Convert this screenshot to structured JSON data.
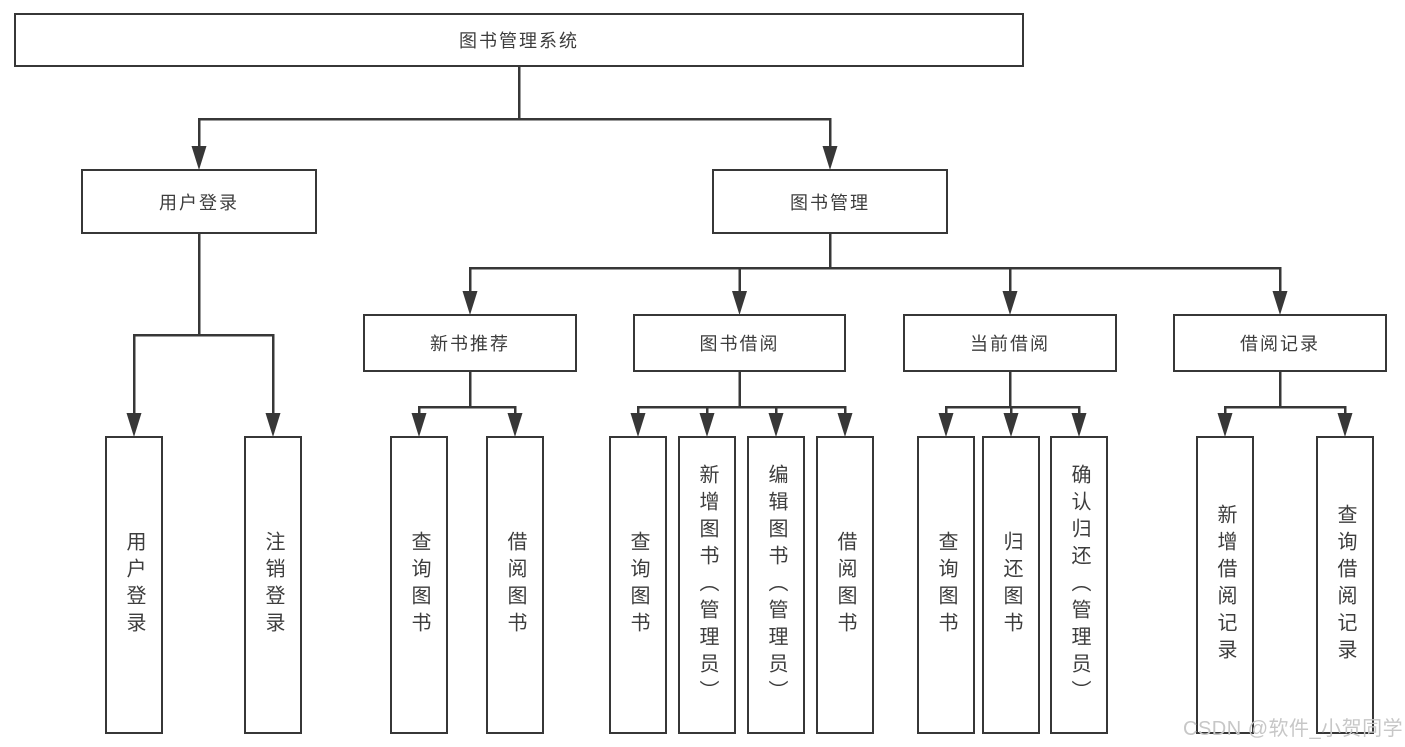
{
  "title": "图书管理系统",
  "watermark": "CSDN @软件_小贺同学",
  "colors": {
    "line": "#373737",
    "text": "#3d3d3d",
    "watermark": "#c7c7c7",
    "background": "#ffffff"
  },
  "nodes": {
    "root": {
      "label": "图书管理系统"
    },
    "user-login": {
      "label": "用户登录"
    },
    "book-mgmt": {
      "label": "图书管理"
    },
    "new-book-rec": {
      "label": "新书推荐"
    },
    "book-borrow": {
      "label": "图书借阅"
    },
    "current-borrow": {
      "label": "当前借阅"
    },
    "borrow-record": {
      "label": "借阅记录"
    },
    "leaf-user-login": {
      "label": "用户登录"
    },
    "leaf-logout": {
      "label": "注销登录"
    },
    "nr-query": {
      "label": "查询图书"
    },
    "nr-borrow": {
      "label": "借阅图书"
    },
    "bb-query": {
      "label": "查询图书"
    },
    "bb-add": {
      "label": "新增图书（管理员）"
    },
    "bb-edit": {
      "label": "编辑图书（管理员）"
    },
    "bb-borrow": {
      "label": "借阅图书"
    },
    "cb-query": {
      "label": "查询图书"
    },
    "cb-return": {
      "label": "归还图书"
    },
    "cb-confirm": {
      "label": "确认归还（管理员）"
    },
    "br-add": {
      "label": "新增借阅记录"
    },
    "br-query": {
      "label": "查询借阅记录"
    }
  },
  "tree": {
    "root": [
      "user-login",
      "book-mgmt"
    ],
    "user-login": [
      "leaf-user-login",
      "leaf-logout"
    ],
    "book-mgmt": [
      "new-book-rec",
      "book-borrow",
      "current-borrow",
      "borrow-record"
    ],
    "new-book-rec": [
      "nr-query",
      "nr-borrow"
    ],
    "book-borrow": [
      "bb-query",
      "bb-add",
      "bb-edit",
      "bb-borrow"
    ],
    "current-borrow": [
      "cb-query",
      "cb-return",
      "cb-confirm"
    ],
    "borrow-record": [
      "br-add",
      "br-query"
    ]
  }
}
